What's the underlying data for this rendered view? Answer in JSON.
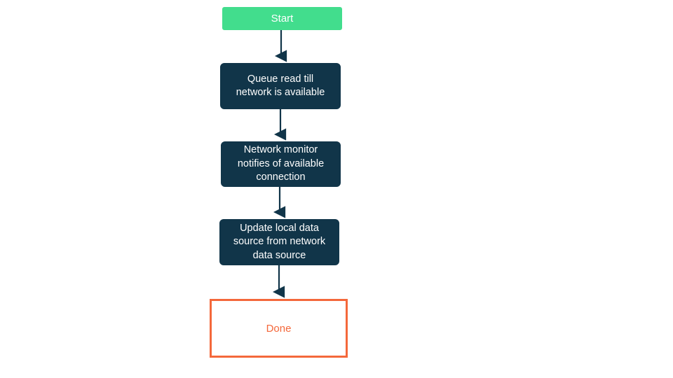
{
  "diagram": {
    "type": "flowchart",
    "orientation": "top-to-bottom",
    "background_color": "#ffffff",
    "colors": {
      "start_fill": "#42dd8d",
      "process_fill": "#113549",
      "process_text": "#ffffff",
      "done_border": "#f4683b",
      "done_text": "#f4683b",
      "edge": "#113549"
    },
    "nodes": [
      {
        "id": "start",
        "label": "Start",
        "shape": "rounded-rect-filled",
        "role": "terminal-start"
      },
      {
        "id": "queue-read",
        "label": "Queue read till\nnetwork is available",
        "shape": "rounded-rect-filled",
        "role": "process"
      },
      {
        "id": "network-monitor",
        "label": "Network monitor\nnotifies of available\nconnection",
        "shape": "rounded-rect-filled",
        "role": "process"
      },
      {
        "id": "update-local",
        "label": "Update local data\nsource from network\ndata source",
        "shape": "rounded-rect-filled",
        "role": "process"
      },
      {
        "id": "done",
        "label": "Done",
        "shape": "rect-outlined",
        "role": "terminal-end"
      }
    ],
    "edges": [
      {
        "from": "start",
        "to": "queue-read",
        "label": ""
      },
      {
        "from": "queue-read",
        "to": "network-monitor",
        "label": ""
      },
      {
        "from": "network-monitor",
        "to": "update-local",
        "label": ""
      },
      {
        "from": "update-local",
        "to": "done",
        "label": ""
      }
    ]
  }
}
